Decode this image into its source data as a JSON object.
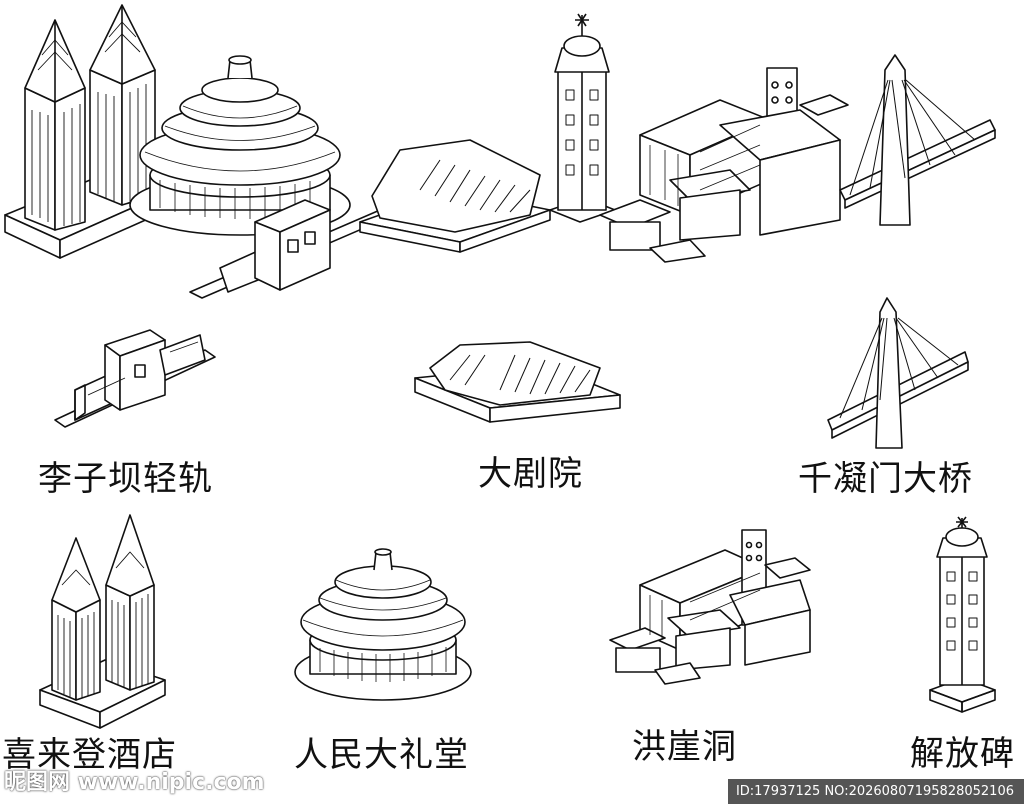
{
  "colors": {
    "stroke": "#111111",
    "fill": "#ffffff"
  },
  "labels": {
    "light_rail": "李子坝轻轨",
    "grand_theatre": "大剧院",
    "qianximen_bridge": "千凝门大桥",
    "hilton_hotel": "喜来登酒店",
    "great_hall": "人民大礼堂",
    "hongyadong": "洪崖洞",
    "liberation_monument": "解放碑"
  },
  "watermark": {
    "site": "昵图网 www.nipic.com",
    "id_text": "ID:17937125 NO:20260807195828052106"
  }
}
